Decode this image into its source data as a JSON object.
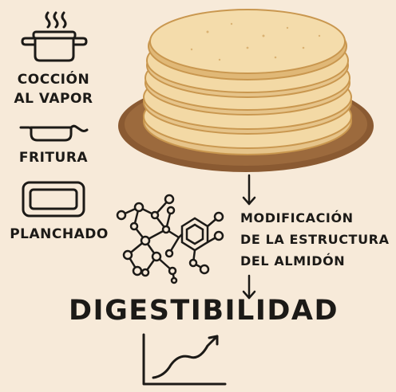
{
  "methods": [
    {
      "label": "COCCIÓN\nAL VAPOR",
      "icon": "steaming-pot-icon"
    },
    {
      "label": "FRITURA",
      "icon": "frying-pan-icon"
    },
    {
      "label": "PLANCHADO",
      "icon": "griddle-icon"
    }
  ],
  "process": {
    "label": "MODIFICACIÓN\nDE LA ESTRUCTURA\nDEL ALMIDÓN",
    "arrow_icon": "arrow-down-icon"
  },
  "result": {
    "label": "DIGESTIBILIDAD",
    "chart_icon": "rising-trend-icon"
  },
  "illustration": {
    "main": "tortilla-stack",
    "molecule": "starch-molecule-icon"
  },
  "colors": {
    "background": "#f7ead9",
    "tortilla": "#f3d9a5",
    "tortilla_edge": "#d9ad6a",
    "plate": "#8a5a32",
    "ink": "#1c1a17"
  }
}
